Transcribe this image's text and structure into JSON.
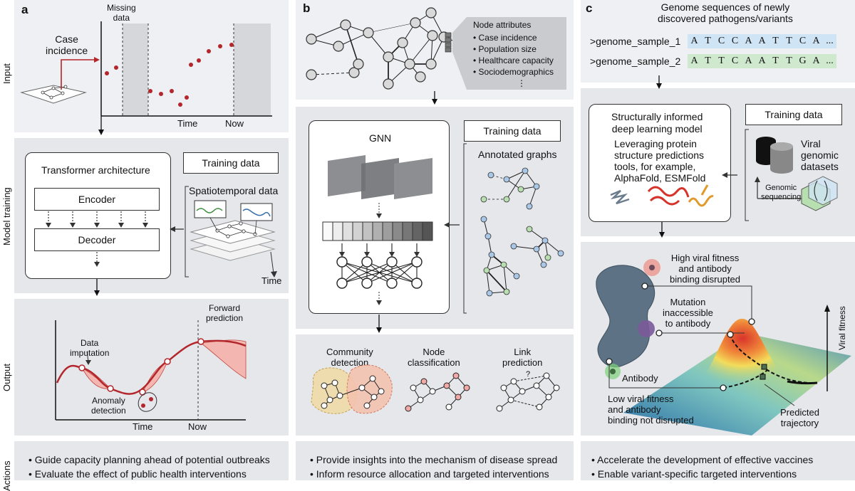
{
  "panels": {
    "a": "a",
    "b": "b",
    "c": "c"
  },
  "row_labels": {
    "input": "Input",
    "model_training": "Model training",
    "output": "Output",
    "actions": "Actions"
  },
  "panel_a": {
    "missing_data": [
      "Missing",
      "data"
    ],
    "case_incidence": [
      "Case",
      "incidence"
    ],
    "time": "Time",
    "now": "Now",
    "transformer_title": "Transformer architecture",
    "encoder": "Encoder",
    "decoder": "Decoder",
    "training_data": "Training data",
    "spatiotemporal": "Spatiotemporal data",
    "stack_time": "Time",
    "forward_prediction": [
      "Forward",
      "prediction"
    ],
    "data_imputation": [
      "Data",
      "imputation"
    ],
    "anomaly_detection": [
      "Anomaly",
      "detection"
    ],
    "out_time": "Time",
    "out_now": "Now",
    "actions": [
      "Guide capacity planning ahead of potential outbreaks",
      "Evaluate the effect of public health interventions"
    ]
  },
  "panel_b": {
    "node_attributes_title": "Node attributes",
    "node_attributes": [
      "Case incidence",
      "Population size",
      "Healthcare capacity",
      "Sociodemographics"
    ],
    "node_attributes_more": "⋮",
    "gnn": "GNN",
    "training_data": "Training data",
    "annotated_graphs": "Annotated graphs",
    "community_detection": [
      "Community",
      "detection"
    ],
    "node_classification": [
      "Node",
      "classification"
    ],
    "link_prediction": [
      "Link",
      "prediction"
    ],
    "link_q": "?",
    "actions": [
      "Provide insights into the mechanism of disease spread",
      "Inform resource allocation and targeted interventions"
    ]
  },
  "panel_c": {
    "genome_title": [
      "Genome sequences of newly",
      "discovered pathogens/variants"
    ],
    "sample1_label": ">genome_sample_1",
    "sample1_seq": [
      "A",
      "T",
      "C",
      "C",
      "A",
      "A",
      "T",
      "T",
      "C",
      "A",
      "..."
    ],
    "sample2_label": ">genome_sample_2",
    "sample2_seq": [
      "A",
      "T",
      "T",
      "C",
      "A",
      "A",
      "T",
      "T",
      "G",
      "A",
      "..."
    ],
    "model_title": [
      "Structurally informed",
      "deep learning model"
    ],
    "model_desc": [
      "Leveraging protein",
      "structure predictions",
      "tools, for example,",
      "AlphaFold, ESMFold"
    ],
    "training_data": "Training data",
    "viral_datasets": [
      "Viral",
      "genomic",
      "datasets"
    ],
    "genomic_sequencing": [
      "Genomic",
      "sequencing"
    ],
    "high_fitness": [
      "High viral fitness",
      "and antibody",
      "binding disrupted"
    ],
    "mutation": [
      "Mutation",
      "inaccessible",
      "to antibody"
    ],
    "antibody": "Antibody",
    "low_fitness": [
      "Low viral fitness",
      "and antibody",
      "binding not disrupted"
    ],
    "predicted_trajectory": [
      "Predicted",
      "trajectory"
    ],
    "viral_fitness": "Viral fitness",
    "actions": [
      "Accelerate the development of effective vaccines",
      "Enable variant-specific targeted interventions"
    ]
  },
  "colors": {
    "panel_bg": "#e5e7eb",
    "red_point": "#b3262b",
    "red_fill": "#f4b6b0",
    "blue_node": "#a9c8e8",
    "green_node": "#b7dfb0",
    "pink_node": "#f2a8a4",
    "seq1": "#cfe4f4",
    "seq2": "#cfe9cf"
  }
}
